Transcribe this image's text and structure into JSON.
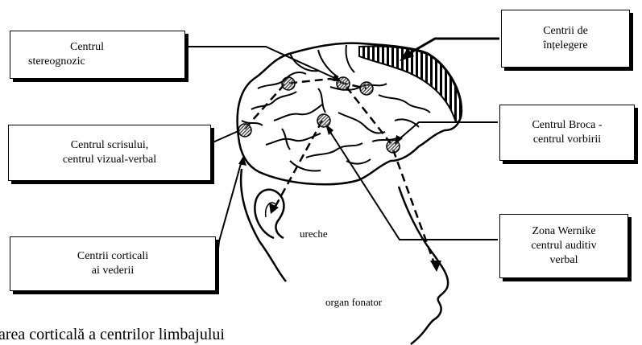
{
  "labels": {
    "stereognozic": [
      "Centrul",
      "stereognozic"
    ],
    "intelegere": [
      "Centrii  de",
      "înțelegere"
    ],
    "scrisului": [
      "Centrul scrisului,",
      "centrul vizual-verbal"
    ],
    "broca": [
      "Centrul Broca -",
      "centrul vorbirii"
    ],
    "vederii": [
      "Centrii corticali",
      "ai vederii"
    ],
    "wernicke": [
      "Zona Wernike",
      "centrul auditiv",
      "verbal"
    ],
    "ureche": "ureche",
    "organ_fonator": "organ fonator"
  },
  "caption": "area corticală a centrilor limbajului"
}
